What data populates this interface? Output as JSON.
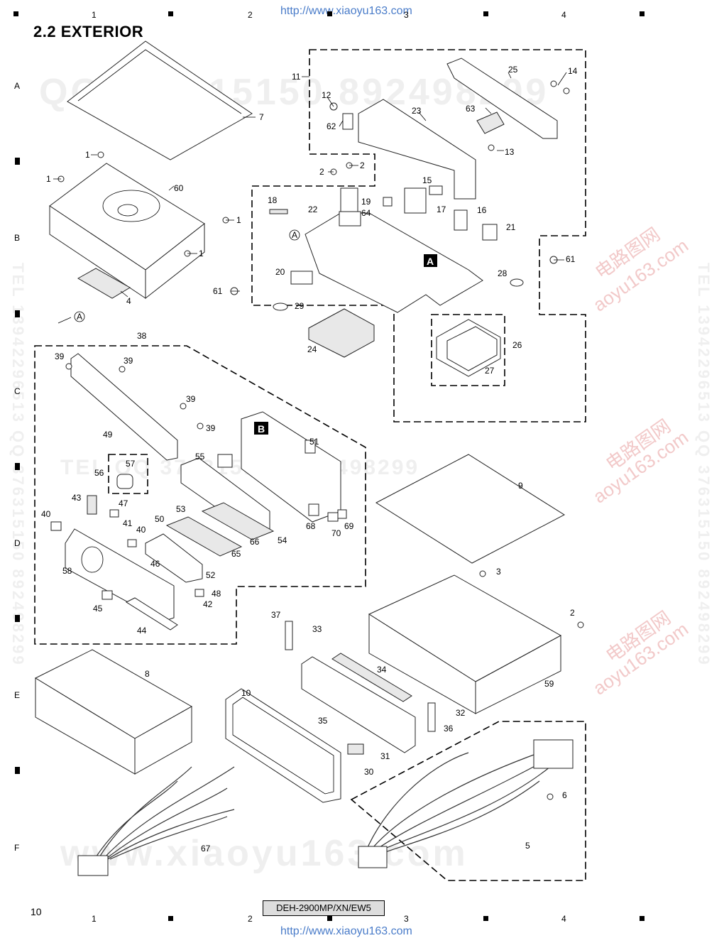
{
  "header": {
    "title": "2.2  EXTERIOR",
    "url_top": "http://www.xiaoyu163.com",
    "url_bottom": "http://www.xiaoyu163.com"
  },
  "footer": {
    "page_number": "10",
    "model": "DEH-2900MP/XN/EW5"
  },
  "grid": {
    "columns": [
      "1",
      "2",
      "3",
      "4"
    ],
    "rows": [
      "A",
      "B",
      "C",
      "D",
      "E",
      "F"
    ]
  },
  "watermarks": {
    "qq_top": "QQ 376315150  892498299",
    "qq_mid": "TEL                QQ 376315150  892498299",
    "site_bottom": "www.xiaoyu163.com",
    "side_left": "TEL 13942296513  QQ 376315150  892498299",
    "side_right": "TEL 13942296513  QQ 376315150  892498299",
    "cn_1": "电路图网",
    "cn_2": "aoyu163.com"
  },
  "box_labels": {
    "a": "A",
    "b": "B",
    "circle_a": "A"
  },
  "callouts": {
    "n1": "1",
    "n2": "2",
    "n3": "3",
    "n4": "4",
    "n5": "5",
    "n6": "6",
    "n7": "7",
    "n8": "8",
    "n9": "9",
    "n10": "10",
    "n11": "11",
    "n12": "12",
    "n13": "13",
    "n14": "14",
    "n15": "15",
    "n16": "16",
    "n17": "17",
    "n18": "18",
    "n19": "19",
    "n20": "20",
    "n21": "21",
    "n22": "22",
    "n23": "23",
    "n24": "24",
    "n25": "25",
    "n26": "26",
    "n27": "27",
    "n28": "28",
    "n29": "29",
    "n30": "30",
    "n31": "31",
    "n32": "32",
    "n33": "33",
    "n34": "34",
    "n35": "35",
    "n36": "36",
    "n37": "37",
    "n38": "38",
    "n39": "39",
    "n40": "40",
    "n41": "41",
    "n42": "42",
    "n43": "43",
    "n44": "44",
    "n45": "45",
    "n46": "46",
    "n47": "47",
    "n48": "48",
    "n49": "49",
    "n50": "50",
    "n51": "51",
    "n52": "52",
    "n53": "53",
    "n54": "54",
    "n55": "55",
    "n56": "56",
    "n57": "57",
    "n58": "58",
    "n59": "59",
    "n60": "60",
    "n61": "61",
    "n62": "62",
    "n63": "63",
    "n64": "64",
    "n65": "65",
    "n66": "66",
    "n67": "67",
    "n68": "68",
    "n69": "69",
    "n70": "70"
  }
}
